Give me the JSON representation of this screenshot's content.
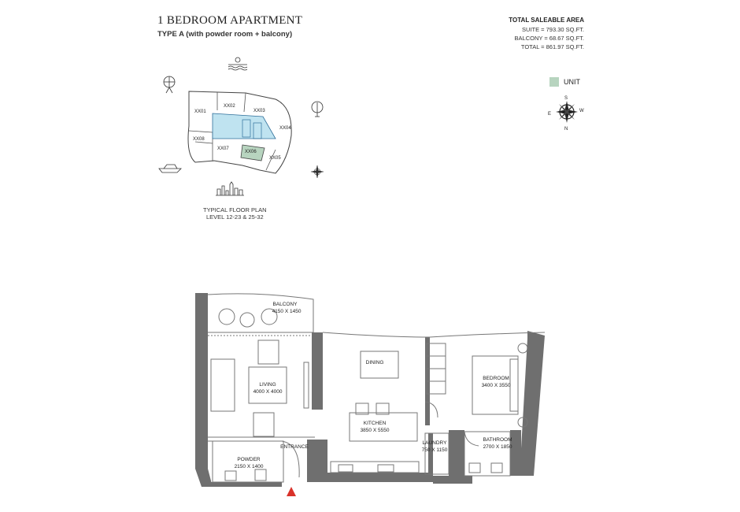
{
  "header": {
    "title": "1 BEDROOM APARTMENT",
    "subtitle": "TYPE A (with powder room + balcony)"
  },
  "area": {
    "heading": "TOTAL SALEABLE AREA",
    "suite": "SUITE = 793.30 SQ.FT.",
    "balcony": "BALCONY = 68.67 SQ.FT.",
    "total": "TOTAL = 861.97 SQ.FT."
  },
  "legend": {
    "unit_label": "UNIT",
    "unit_color": "#b7d4bf",
    "highlight_color": "#bfe3f0"
  },
  "compass": {
    "s": "S",
    "e": "E",
    "w": "W",
    "n": "N"
  },
  "key_plan": {
    "units": [
      "XX01",
      "XX02",
      "XX03",
      "XX04",
      "XX05",
      "XX06",
      "XX07",
      "XX08"
    ],
    "caption_line1": "TYPICAL FLOOR PLAN",
    "caption_line2": "LEVEL 12-23 & 25-32"
  },
  "rooms": {
    "balcony": {
      "name": "BALCONY",
      "dims": "4150 X 1450"
    },
    "living": {
      "name": "LIVING",
      "dims": "4000 X 4000"
    },
    "dining": {
      "name": "DINING"
    },
    "kitchen": {
      "name": "KITCHEN",
      "dims": "3850 X 5550"
    },
    "bedroom": {
      "name": "BEDROOM",
      "dims": "3400 X 3550"
    },
    "laundry": {
      "name": "LAUNDRY",
      "dims": "750 X 1150"
    },
    "bathroom": {
      "name": "BATHROOM",
      "dims": "2700 X 1850"
    },
    "powder": {
      "name": "POWDER",
      "dims": "2150 X 1400"
    },
    "entrance": {
      "name": "ENTRANCE"
    }
  },
  "colors": {
    "wall": "#6f6f6f",
    "entrance_marker": "#d9322a"
  }
}
